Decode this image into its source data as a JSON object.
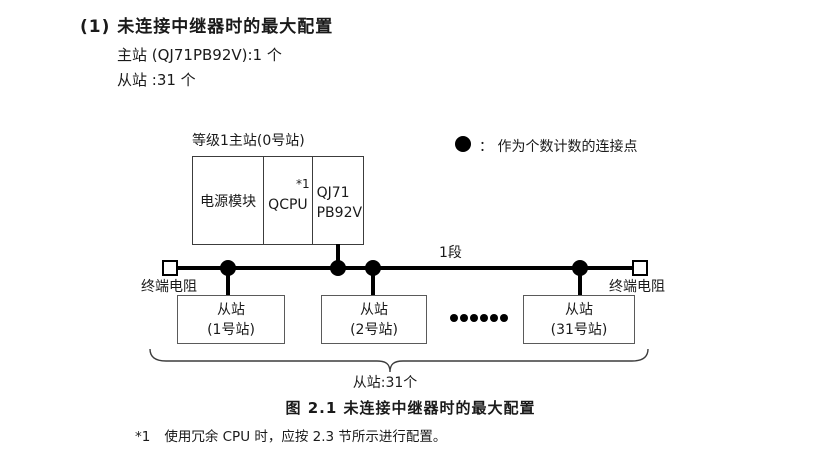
{
  "header": {
    "title": "(1) 未连接中继器时的最大配置",
    "master_count_line": "主站 (QJ71PB92V):1 个",
    "slave_count_line": "从站 :31 个"
  },
  "diagram": {
    "master_label": "等级1主站(0号站)",
    "master_cells": {
      "power": "电源模块",
      "cpu": "QCPU",
      "cpu_note": "*1",
      "module_line1": "QJ71",
      "module_line2": "PB92V"
    },
    "legend": {
      "dot_icon": "connection-point-dot",
      "text": "：  作为个数计数的连接点"
    },
    "segment_label": "1段",
    "terminator_left_label": "终端电阻",
    "terminator_right_label": "终端电阻",
    "slaves": [
      {
        "line1": "从站",
        "line2": "(1号站)"
      },
      {
        "line1": "从站",
        "line2": "(2号站)"
      },
      {
        "line1": "从站",
        "line2": "(31号站)"
      }
    ],
    "brace_label": "从站:31个"
  },
  "caption": "图 2.1 未连接中继器时的最大配置",
  "footnote": {
    "marker": "*1",
    "text": "使用冗余 CPU 时，应按 2.3 节所示进行配置。"
  },
  "colors": {
    "ink": "#1a1a1a",
    "line": "#000000",
    "box_border": "#3c3c3c"
  }
}
